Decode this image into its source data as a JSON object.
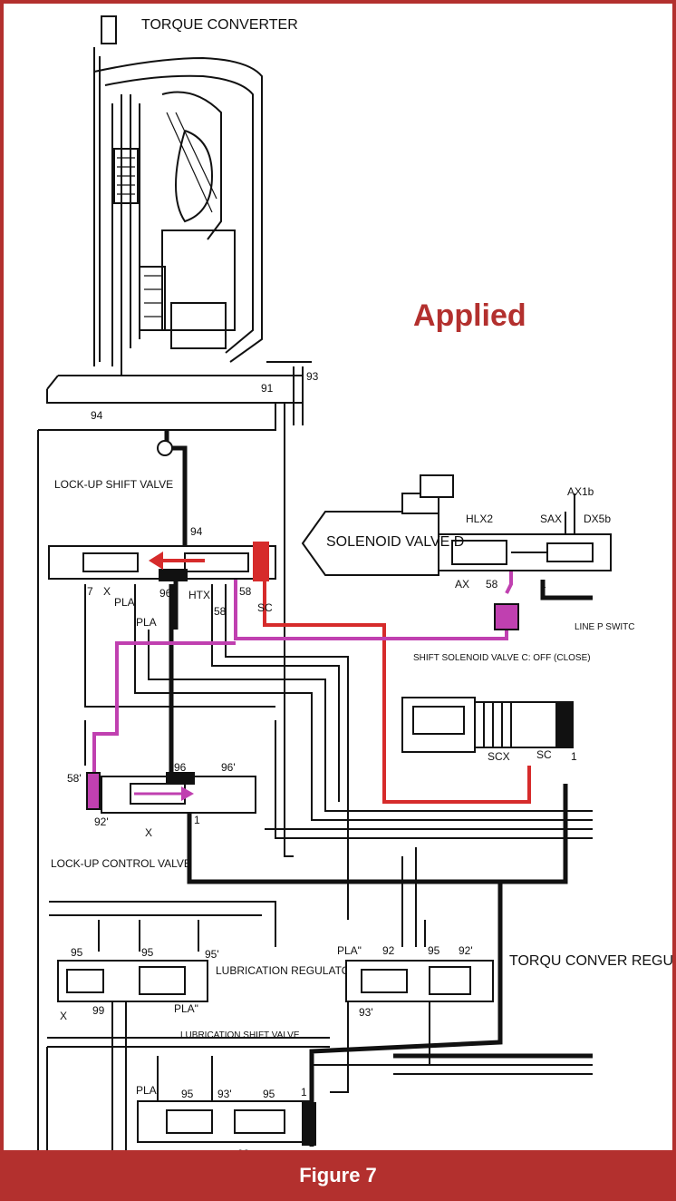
{
  "status_label": "Applied",
  "caption": "Figure 7",
  "components": {
    "torque_converter": "TORQUE CONVERTER",
    "lockup_shift_valve": "LOCK-UP SHIFT VALVE",
    "solenoid_valve_d": "SOLENOID VALVE D",
    "shift_solenoid_c": "SHIFT SOLENOID VALVE C: OFF (CLOSE)",
    "lockup_control_valve": "LOCK-UP CONTROL VALVE",
    "lubrication_regulator_valve": "LUBRICATION REGULATOR VALVE",
    "lubrication_shift_valve": "LUBRICATION SHIFT VALVE",
    "torque_converter_regulator": "TORQU CONVER REGULA",
    "line_pressure_switch": "LINE P SWITC"
  },
  "port_labels": {
    "p94": "94",
    "p91": "91",
    "p93": "93",
    "p94b": "94",
    "p7": "7",
    "px": "X",
    "ppla": "PLA",
    "ppla2": "PLA",
    "p96p": "96'",
    "phtx": "HTX",
    "p58": "58",
    "psc": "SC",
    "p58b": "58",
    "phlx2": "HLX2",
    "psax": "SAX",
    "pdx5b": "DX5b",
    "pax1b": "AX1b",
    "pax": "AX",
    "p58c": "58",
    "p1": "1",
    "pscx": "SCX",
    "psc2": "SC",
    "p1b": "1",
    "p58d": "58'",
    "p96": "96",
    "p96b": "96'",
    "p92p": "92'",
    "px2": "X",
    "p1c": "1",
    "p95a": "95",
    "p95b": "95",
    "p95c": "95'",
    "px3": "X",
    "p99": "99",
    "ppla3": "PLA\"",
    "ppla4": "PLA\"",
    "p92": "92",
    "p95d": "95",
    "p92b": "92'",
    "p93b": "93'",
    "ppla5": "PLA",
    "p95e": "95",
    "p93c": "93'",
    "p95f": "95",
    "p1d": "1",
    "p93d": "93"
  },
  "colors": {
    "frame": "#b3302e",
    "fluid_red": "#d62b2b",
    "fluid_pink": "#c040b0",
    "line_black": "#111111"
  }
}
